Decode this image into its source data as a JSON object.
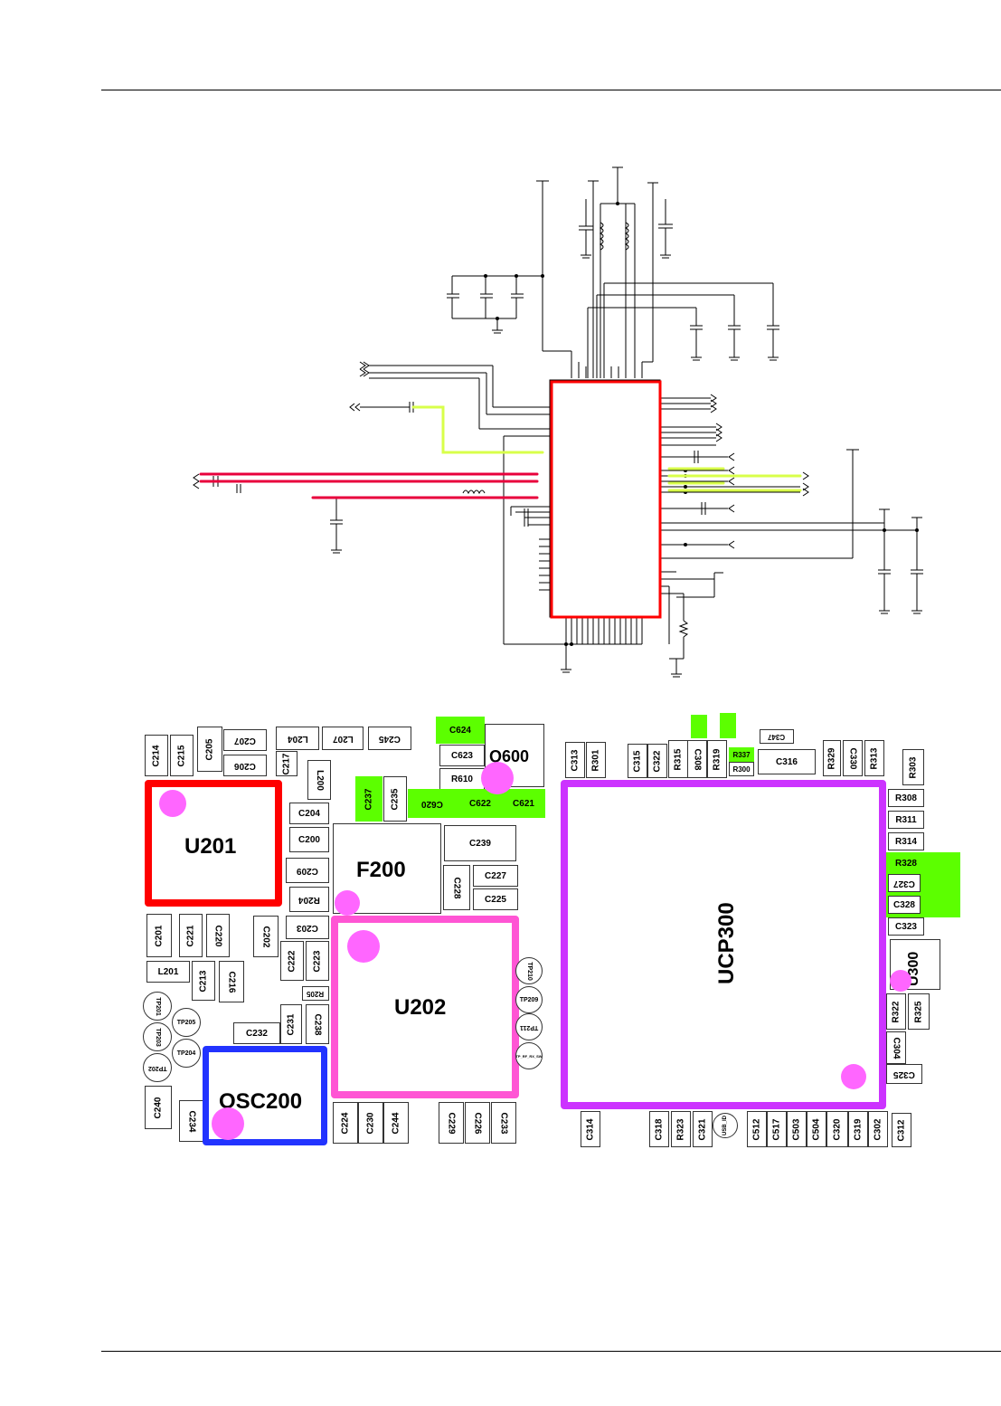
{
  "colors": {
    "red_ic": "#ff0000",
    "pink_ic": "#ff55d4",
    "purple_ic": "#cc33ff",
    "blue_ic": "#2233ff",
    "pin1_dot": "#ff66ff",
    "highlight_green": "#5cff00",
    "trace_red": "#e8003c",
    "trace_yellow": "#d8ff4a"
  },
  "board": {
    "u201": "U201",
    "f200": "F200",
    "u202": "U202",
    "osc200": "OSC200",
    "q600": "Q600",
    "ucp300": "UCP300",
    "u300": "U300",
    "parts": {
      "c214": "C214",
      "c215": "C215",
      "c205": "C205",
      "c207": "C207",
      "c206": "C206",
      "l204": "L204",
      "c217": "C217",
      "l207": "L207",
      "c245": "C245",
      "l200": "L200",
      "c204": "C204",
      "c200": "C200",
      "c209": "C209",
      "r204": "R204",
      "c203": "C203",
      "c237": "C237",
      "c235": "C235",
      "c624": "C624",
      "c623": "C623",
      "r610": "R610",
      "c620": "C620",
      "c622": "C622",
      "c621": "C621",
      "c239": "C239",
      "c228": "C228",
      "c227": "C227",
      "c225": "C225",
      "c201": "C201",
      "c221": "C221",
      "c220": "C220",
      "c202": "C202",
      "c222": "C222",
      "c223": "C223",
      "l201": "L201",
      "c213": "C213",
      "c216": "C216",
      "r205": "R205",
      "tp201": "TP201",
      "tp205": "TP205",
      "tp203": "TP203",
      "tp204": "TP204",
      "tp202": "TP202",
      "c232": "C232",
      "c231": "C231",
      "c238": "C238",
      "tp210": "TP210",
      "tp209": "TP209",
      "tp211": "TP211",
      "tp_small": "TP_RF_RX_SW",
      "c240": "C240",
      "c234": "C234",
      "c224": "C224",
      "c230": "C230",
      "c244": "C244",
      "c229": "C229",
      "c226": "C226",
      "c233": "C233",
      "c313": "C313",
      "r301": "R301",
      "c315": "C315",
      "c322": "C322",
      "r315": "R315",
      "c308": "C308",
      "r319": "R319",
      "r337": "R337",
      "r300": "R300",
      "c316": "C316",
      "c347": "C347",
      "r329": "R329",
      "c330": "C330",
      "r313": "R313",
      "r303": "R303",
      "r308": "R308",
      "r311": "R311",
      "r314": "R314",
      "r328": "R328",
      "c327": "C327",
      "c328": "C328",
      "c323": "C323",
      "r322": "R322",
      "r325": "R325",
      "c304": "C304",
      "c325": "C325",
      "c314": "C314",
      "c318": "C318",
      "r323": "R323",
      "c321": "C321",
      "usb_id": "USB_ID",
      "c512": "C512",
      "c517": "C517",
      "c503": "C503",
      "c504": "C504",
      "c320": "C320",
      "c319": "C319",
      "c302": "C302",
      "c312": "C312"
    }
  }
}
